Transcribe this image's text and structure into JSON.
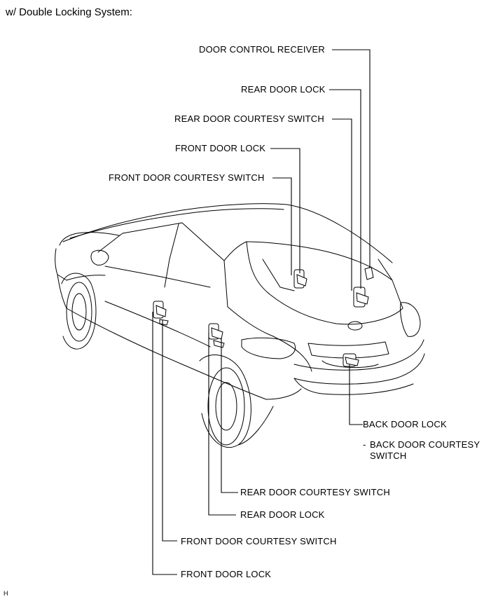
{
  "title": "w/ Double Locking System:",
  "labels": {
    "door_control_receiver": "DOOR CONTROL RECEIVER",
    "rear_door_lock_top": "REAR DOOR LOCK",
    "rear_door_courtesy_switch_top": "REAR DOOR COURTESY SWITCH",
    "front_door_lock_top": "FRONT DOOR LOCK",
    "front_door_courtesy_switch_top": "FRONT DOOR COURTESY SWITCH",
    "back_door_lock": "BACK DOOR LOCK",
    "back_door_courtesy_switch_dash": "-",
    "back_door_courtesy_switch_line1": "BACK DOOR COURTESY",
    "back_door_courtesy_switch_line2": "SWITCH",
    "rear_door_courtesy_switch_bottom": "REAR DOOR COURTESY SWITCH",
    "rear_door_lock_bottom": "REAR DOOR LOCK",
    "front_door_courtesy_switch_bottom": "FRONT DOOR COURTESY SWITCH",
    "front_door_lock_bottom": "FRONT DOOR LOCK"
  },
  "figure_id": "H"
}
